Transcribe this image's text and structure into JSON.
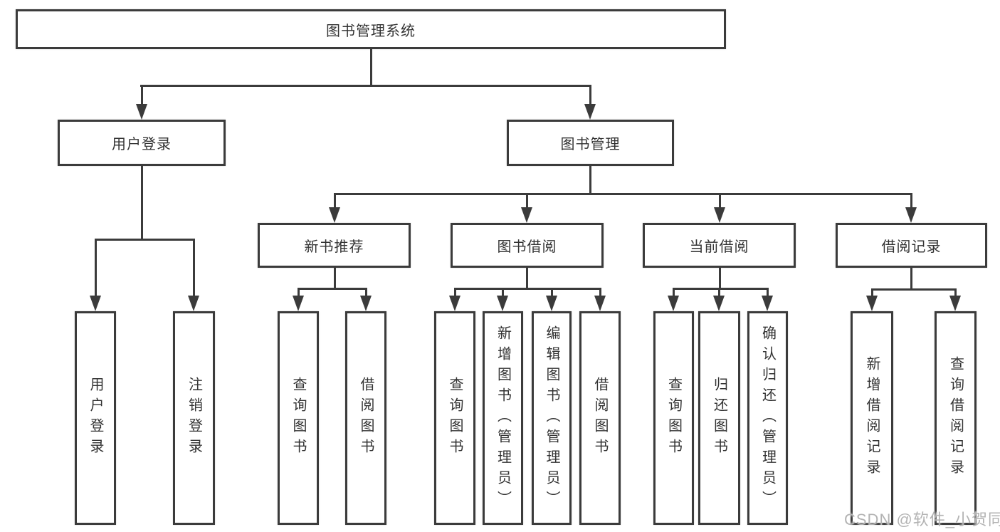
{
  "watermark": "CSDN @软件_小贺同学",
  "colors": {
    "background": "#ffffff",
    "line": "#3b3b3b",
    "box_border": "#3b3b3b",
    "text": "#333333",
    "watermark": "#b3b3b3"
  },
  "tree": {
    "root": {
      "label": "图书管理系统"
    },
    "user_login": {
      "label": "用户登录",
      "children": {
        "login": {
          "label": "用户登录"
        },
        "logout": {
          "label": "注销登录"
        }
      }
    },
    "book_mgmt": {
      "label": "图书管理",
      "children": {
        "new_book_rec": {
          "label": "新书推荐",
          "children": {
            "query_book": {
              "label": "查询图书"
            },
            "borrow_book": {
              "label": "借阅图书"
            }
          }
        },
        "book_borrow": {
          "label": "图书借阅",
          "children": {
            "query_book": {
              "label": "查询图书"
            },
            "add_book": {
              "label": "新增图书（管理员）"
            },
            "edit_book": {
              "label": "编辑图书（管理员）"
            },
            "borrow_book": {
              "label": "借阅图书"
            }
          }
        },
        "current_borrow": {
          "label": "当前借阅",
          "children": {
            "query_book": {
              "label": "查询图书"
            },
            "return_book": {
              "label": "归还图书"
            },
            "confirm_return": {
              "label": "确认归还（管理员）"
            }
          }
        },
        "borrow_records": {
          "label": "借阅记录",
          "children": {
            "add_record": {
              "label": "新增借阅记录"
            },
            "query_record": {
              "label": "查询借阅记录"
            }
          }
        }
      }
    }
  }
}
